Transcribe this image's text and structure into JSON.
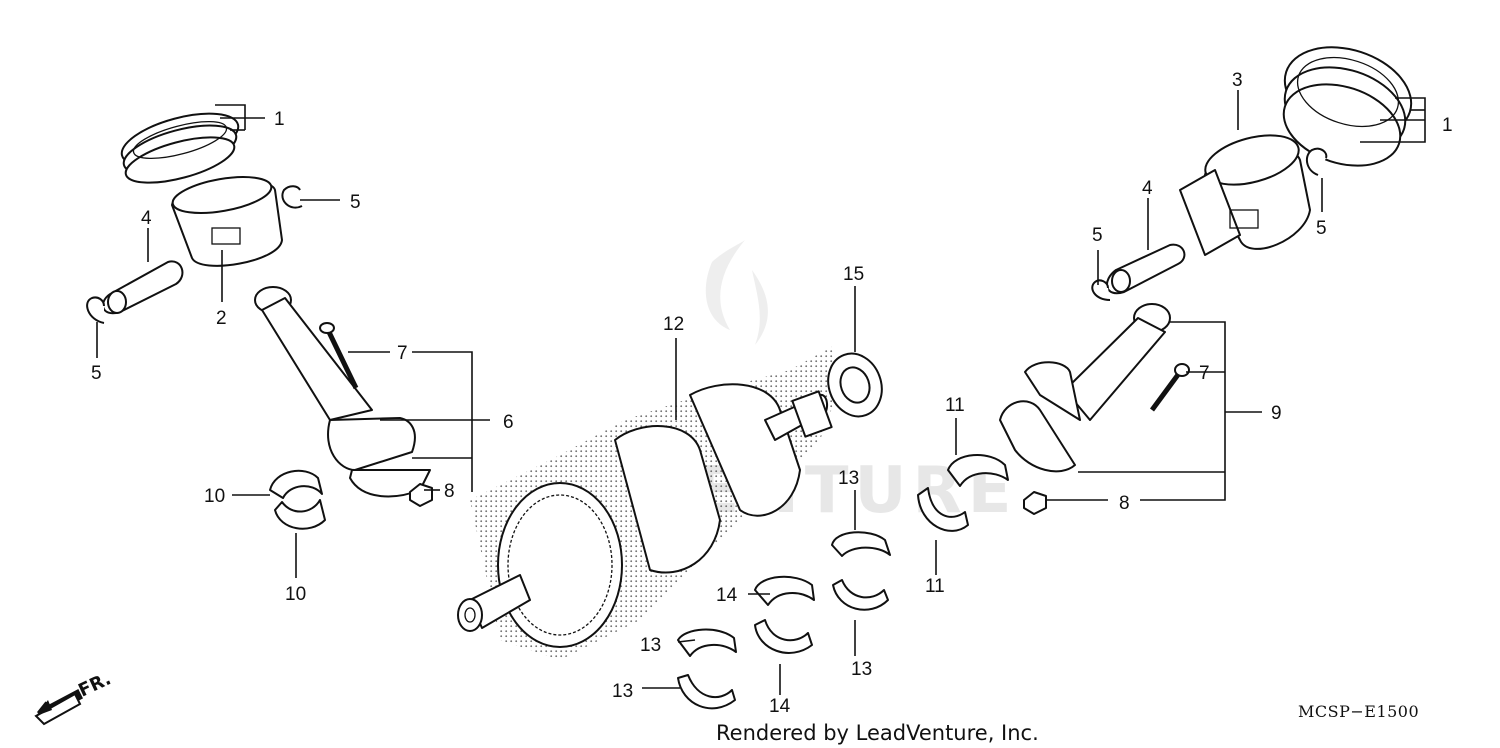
{
  "diagram": {
    "drawing_code": "MCSP−E1500",
    "credit": "Rendered by LeadVenture, Inc.",
    "direction_marker": "FR.",
    "watermark": "VENTURE"
  },
  "callouts": {
    "c1a": "1",
    "c1b": "1",
    "c2": "2",
    "c3": "3",
    "c4a": "4",
    "c4b": "4",
    "c5a": "5",
    "c5b": "5",
    "c5c": "5",
    "c5d": "5",
    "c6": "6",
    "c7a": "7",
    "c7b": "7",
    "c8a": "8",
    "c8b": "8",
    "c9": "9",
    "c10a": "10",
    "c10b": "10",
    "c11a": "11",
    "c11b": "11",
    "c12": "12",
    "c13a": "13",
    "c13b": "13",
    "c13c": "13",
    "c13d": "13",
    "c14a": "14",
    "c14b": "14",
    "c15": "15"
  }
}
